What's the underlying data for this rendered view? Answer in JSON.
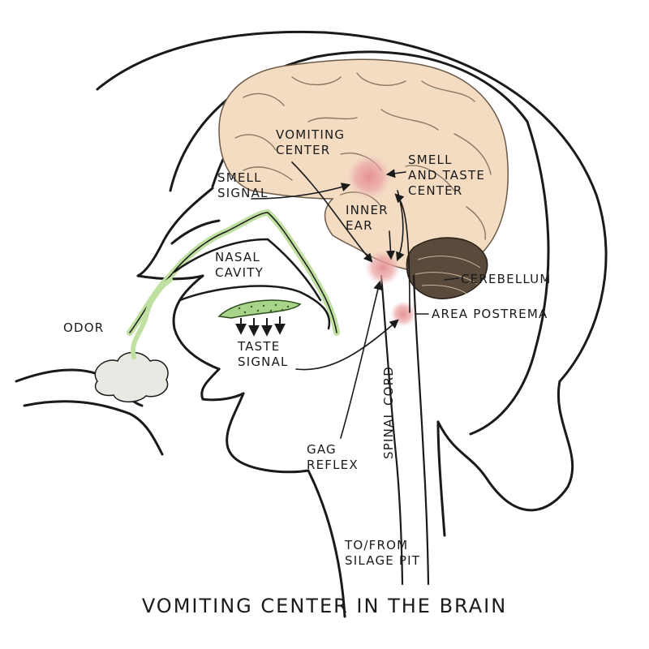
{
  "title": "VOMITING CENTER IN THE BRAIN",
  "colors": {
    "ink": "#1a1a1a",
    "brain": "#f3dcc2",
    "cerebellum": "#5a4a3c",
    "nasal_lining": "#c9e2a8",
    "hotspot": "#e8a0a0",
    "tongue": "#a8d48a"
  },
  "labels": {
    "vomiting_center": "VOMITING\nCENTER",
    "smell_signal": "SMELL\nSIGNAL",
    "smell_taste_center": "SMELL\nAND TASTE\nCENTER",
    "inner_ear": "INNER\nEAR",
    "nasal_cavity": "NASAL\nCAVITY",
    "cerebellum": "CEREBELLUM",
    "odor": "ODOR",
    "area_postrema": "AREA POSTREMA",
    "taste_signal": "TASTE\nSIGNAL",
    "gag_reflex": "GAG\nREFLEX",
    "spinal_cord": "SPINAL CORD",
    "to_from": "TO/FROM\nSILAGE PIT"
  }
}
